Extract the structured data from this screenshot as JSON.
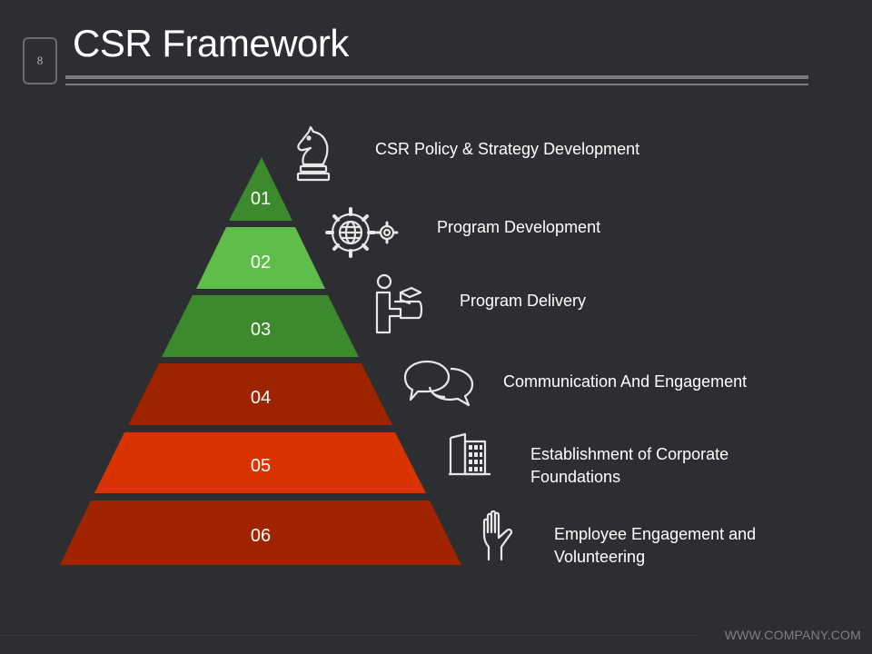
{
  "slide": {
    "number": "8",
    "title": "CSR Framework",
    "footer": "WWW.COMPANY.COM"
  },
  "colors": {
    "background": "#2d2e31",
    "level_colors": [
      "#3d8a2e",
      "#5fbd4a",
      "#3d8a2e",
      "#9e2400",
      "#d93400",
      "#a02400"
    ]
  },
  "levels": [
    {
      "number": "01",
      "label": "CSR Policy & Strategy Development",
      "icon": "chess-knight-icon"
    },
    {
      "number": "02",
      "label": "Program Development",
      "icon": "gears-globe-icon"
    },
    {
      "number": "03",
      "label": "Program Delivery",
      "icon": "person-delivery-icon"
    },
    {
      "number": "04",
      "label": "Communication And Engagement",
      "icon": "chat-bubbles-icon"
    },
    {
      "number": "05",
      "label": "Establishment of Corporate\nFoundations",
      "icon": "building-icon"
    },
    {
      "number": "06",
      "label": "Employee Engagement and\nVolunteering",
      "icon": "raised-hand-icon"
    }
  ]
}
